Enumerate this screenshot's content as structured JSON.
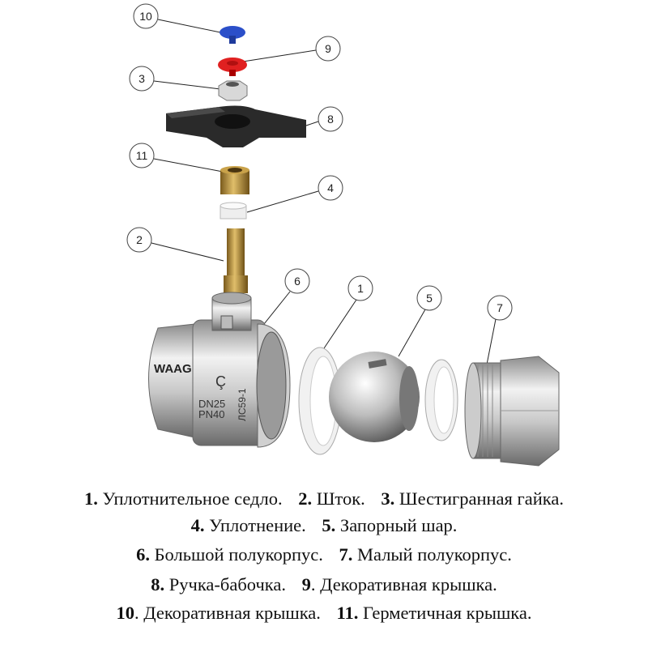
{
  "callouts": [
    "10",
    "9",
    "3",
    "8",
    "11",
    "4",
    "2",
    "6",
    "1",
    "5",
    "7"
  ],
  "body_markings": {
    "brand": "WAAG",
    "dn": "DN25",
    "pn": "PN40",
    "alloy": "ЛС59-1"
  },
  "legend": [
    [
      {
        "num": "1.",
        "text": " Уплотнительное седло."
      },
      {
        "num": "2.",
        "text": " Шток."
      },
      {
        "num": "3.",
        "text": " Шестигранная гайка."
      }
    ],
    [
      {
        "num": "4.",
        "text": " Уплотнение."
      },
      {
        "num": "5.",
        "text": " Запорный шар."
      }
    ],
    [
      {
        "num": "6.",
        "text": " Большой полукорпус."
      },
      {
        "num": "7.",
        "text": " Малый полукорпус."
      }
    ],
    [
      {
        "num": "8.",
        "text": " Ручка-бабочка."
      },
      {
        "num": "9",
        "text": ". Декоративная крышка."
      }
    ],
    [
      {
        "num": "10",
        "text": ". Декоративная крышка."
      },
      {
        "num": "11.",
        "text": " Герметичная крышка."
      }
    ]
  ]
}
